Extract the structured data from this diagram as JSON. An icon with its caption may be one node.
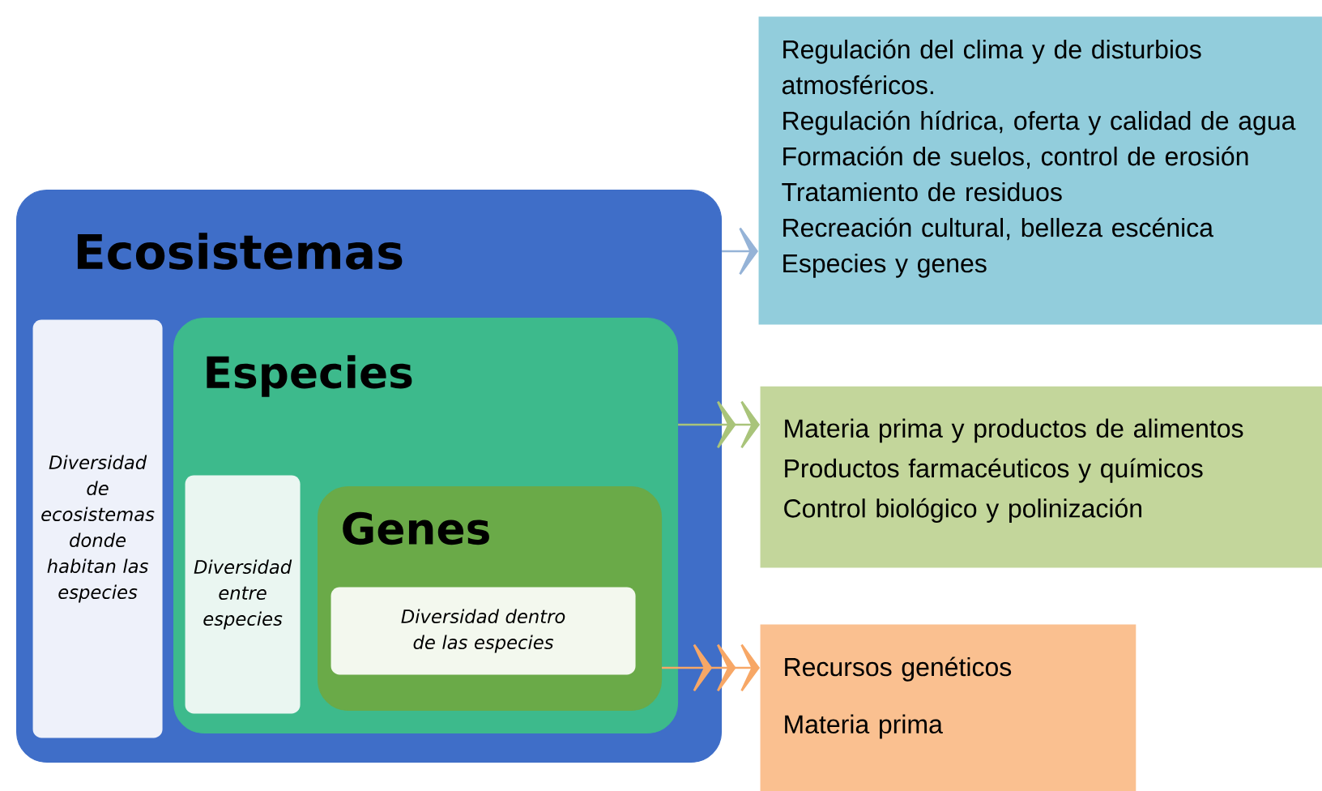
{
  "diagram": {
    "nodes": [
      {
        "text": [
          "Ecosistemas"
        ]
      },
      {
        "text": [
          "Diversidad de ecosistemas donde habitan las especies"
        ],
        "in": 0
      },
      {
        "text": [
          "Especies"
        ],
        "in": 0
      },
      {
        "text": [
          "Diversidad entre especies"
        ],
        "in": 2
      },
      {
        "text": [
          "Genes"
        ],
        "in": 2
      },
      {
        "text": [
          "Diversidad dentro de las especies"
        ],
        "in": 4
      },
      {
        "text": [
          "Regulación del clima y de disturbios atmosféricos.",
          "Regulación hídrica, oferta y calidad de agua",
          "Formación de suelos, control de erosión",
          "Tratamiento de residuos",
          "Recreación cultural, belleza escénica",
          "Especies y genes"
        ]
      },
      {
        "text": [
          "Materia prima y productos de alimentos",
          "Productos farmacéuticos y químicos",
          "Control biológico y polinización"
        ]
      },
      {
        "text": [
          "Recursos genéticos",
          "Materia prima"
        ]
      }
    ],
    "edges": [
      {
        "from": 0,
        "to": 6,
        "arrow": "to",
        "color": "#95b3d7"
      },
      {
        "from": 2,
        "to": 7,
        "arrow": "to",
        "color": "#a9c47a"
      },
      {
        "from": 4,
        "to": 8,
        "arrow": "to",
        "color": "#f7a766"
      }
    ]
  }
}
